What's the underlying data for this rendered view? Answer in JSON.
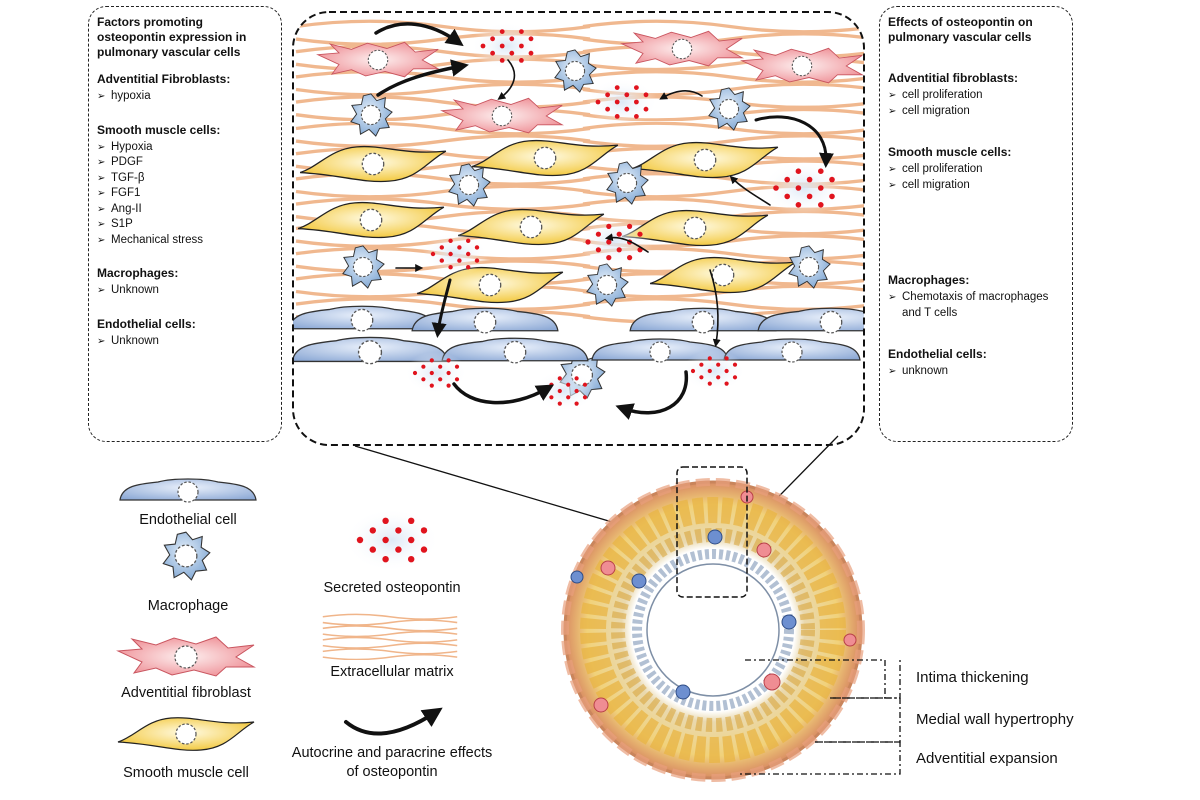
{
  "left_panel": {
    "title": "Factors promoting osteopontin expression in pulmonary vascular cells",
    "sections": [
      {
        "heading": "Adventitial Fibroblasts:",
        "items": [
          "hypoxia"
        ]
      },
      {
        "heading": "Smooth muscle cells:",
        "items": [
          "Hypoxia",
          "PDGF",
          "TGF-β",
          "FGF1",
          "Ang-II",
          "S1P",
          "Mechanical stress"
        ]
      },
      {
        "heading": "Macrophages:",
        "items": [
          "Unknown"
        ]
      },
      {
        "heading": "Endothelial cells:",
        "items": [
          "Unknown"
        ]
      }
    ]
  },
  "right_panel": {
    "title": "Effects of osteopontin on pulmonary vascular cells",
    "sections": [
      {
        "heading": "Adventitial fibroblasts:",
        "items": [
          "cell proliferation",
          "cell migration"
        ]
      },
      {
        "heading": "Smooth muscle cells:",
        "items": [
          "cell proliferation",
          "cell migration"
        ]
      },
      {
        "heading": "Macrophages:",
        "items": [
          "Chemotaxis of macrophages and T cells"
        ]
      },
      {
        "heading": "Endothelial cells:",
        "items": [
          "unknown"
        ]
      }
    ]
  },
  "legend": {
    "endothelial": "Endothelial cell",
    "macrophage": "Macrophage",
    "fibroblast": "Adventitial fibroblast",
    "smooth_muscle": "Smooth muscle cell",
    "osteopontin": "Secreted osteopontin",
    "ecm": "Extracellular matrix",
    "effects": "Autocrine and paracrine effects of osteopontin"
  },
  "vessel_labels": {
    "intima": "Intima thickening",
    "medial": "Medial wall hypertrophy",
    "adventitial": "Adventitial expansion"
  },
  "colors": {
    "endothelial": "#a9c1e2",
    "macrophage": "#9fbfe0",
    "fibroblast": "#f2a4a9",
    "smooth_muscle": "#f7d356",
    "osteopontin": "#e0141e",
    "ecm": "#f0b58a"
  }
}
